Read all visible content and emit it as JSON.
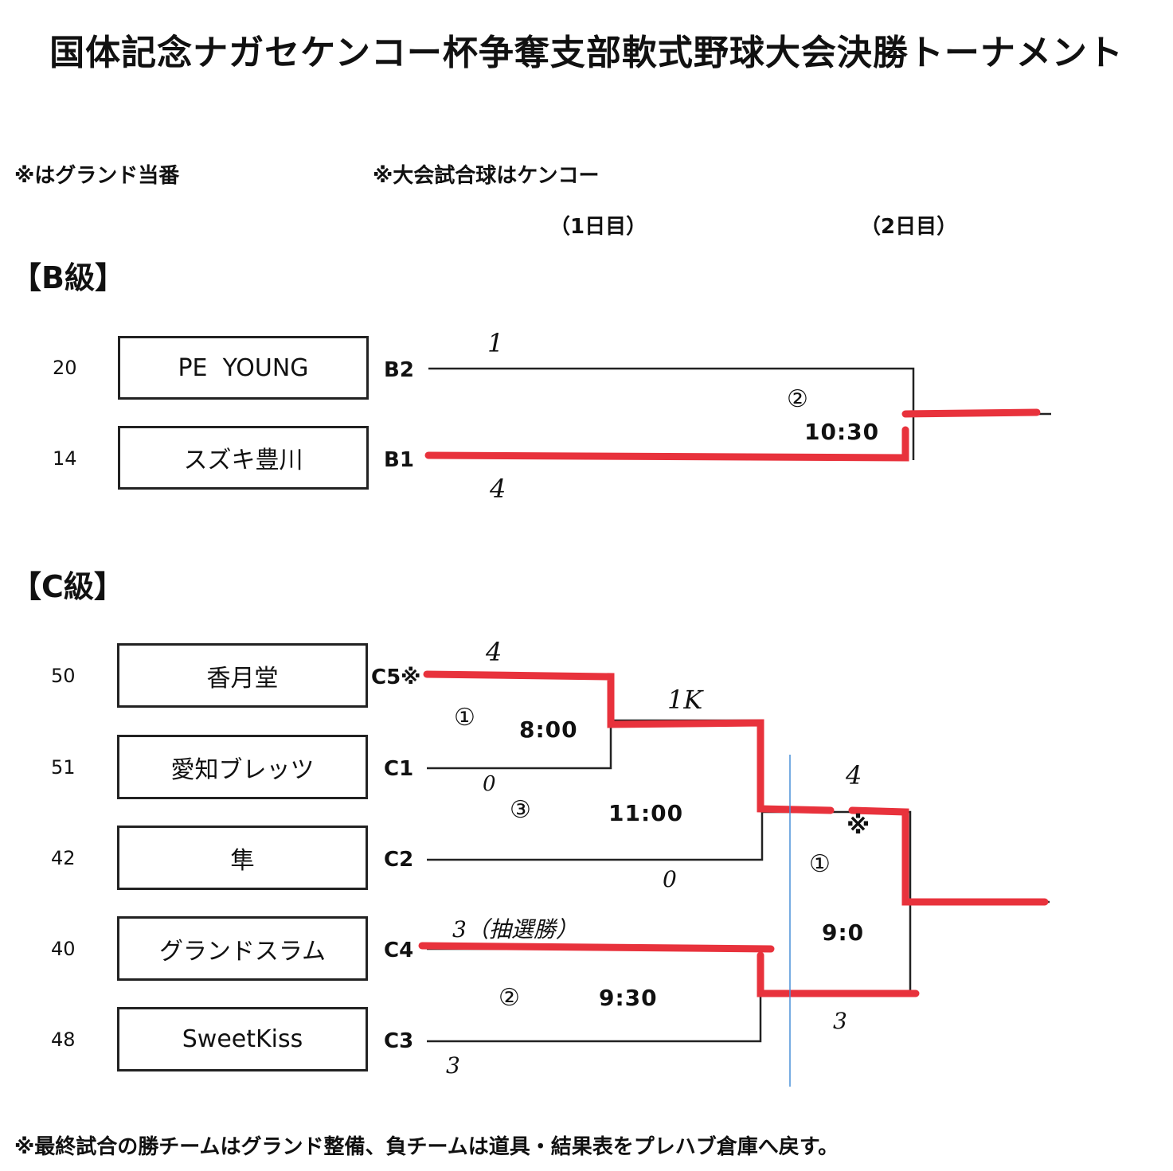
{
  "title": "国体記念ナガセケンコー杯争奪支部軟式野球大会決勝トーナメント",
  "notes": {
    "ground_duty": "※はグランド当番",
    "official_ball": "※大会試合球はケンコー"
  },
  "days": {
    "day1": "（1日目）",
    "day2": "（2日目）"
  },
  "b_class": {
    "heading": "【B級】",
    "teams": [
      {
        "seed": "20",
        "name": "PE  YOUNG",
        "code": "B2"
      },
      {
        "seed": "14",
        "name": "スズキ豊川",
        "code": "B1"
      }
    ],
    "match": {
      "number": "②",
      "time": "10:30"
    },
    "scores": {
      "top": "1",
      "bottom": "4"
    }
  },
  "c_class": {
    "heading": "【C級】",
    "teams": [
      {
        "seed": "50",
        "name": "香月堂",
        "code": "C5※"
      },
      {
        "seed": "51",
        "name": "愛知ブレッツ",
        "code": "C1"
      },
      {
        "seed": "42",
        "name": "隼",
        "code": "C2"
      },
      {
        "seed": "40",
        "name": "グランドスラム",
        "code": "C4"
      },
      {
        "seed": "48",
        "name": "SweetKiss",
        "code": "C3"
      }
    ],
    "matches": [
      {
        "number": "①",
        "time": "8:00"
      },
      {
        "number": "③",
        "time": "11:00"
      },
      {
        "number": "②",
        "time": "9:30"
      },
      {
        "number": "①",
        "time": "9:0"
      }
    ],
    "scores": {
      "m1_top": "4",
      "m1_bottom": "0",
      "m3_top": "1K",
      "m3_bottom": "0",
      "m2_top": "3（抽選勝）",
      "m2_bottom": "3",
      "final_top": "4",
      "final_mark": "※",
      "final_bottom": "3"
    }
  },
  "footer": "※最終試合の勝チームはグランド整備、負チームは道具・結果表をプレハブ倉庫へ戻す。",
  "colors": {
    "winner_line": "#e8323c",
    "bracket_line": "#222222",
    "divider": "#4a90d9"
  }
}
